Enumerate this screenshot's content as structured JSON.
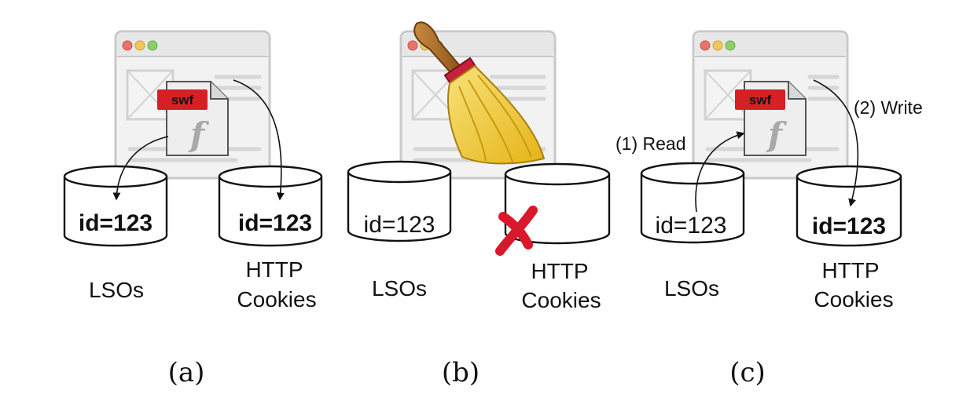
{
  "panels": [
    {
      "caption": "(a)",
      "left_store": {
        "value": "id=123",
        "bold": true,
        "name": "LSOs"
      },
      "right_store": {
        "value": "id=123",
        "bold": true,
        "name_line1": "HTTP",
        "name_line2": "Cookies",
        "deleted": false
      },
      "swf_label": "swf"
    },
    {
      "caption": "(b)",
      "left_store": {
        "value": "id=123",
        "bold": false,
        "name": "LSOs"
      },
      "right_store": {
        "value": "",
        "bold": false,
        "name_line1": "HTTP",
        "name_line2": "Cookies",
        "deleted": true
      },
      "overlay": "broom-icon"
    },
    {
      "caption": "(c)",
      "left_store": {
        "value": "id=123",
        "bold": false,
        "name": "LSOs"
      },
      "right_store": {
        "value": "id=123",
        "bold": true,
        "name_line1": "HTTP",
        "name_line2": "Cookies",
        "deleted": false
      },
      "swf_label": "swf",
      "read_label": "(1) Read",
      "write_label": "(2) Write"
    }
  ],
  "colors": {
    "traffic_red": "#e8736b",
    "traffic_yellow": "#efc75a",
    "traffic_green": "#8ccf6a",
    "swf_tag": "#d91f26",
    "delete_mark": "#d9182b",
    "broom_straw": "#f3cd2a",
    "broom_handle": "#a4621f"
  }
}
